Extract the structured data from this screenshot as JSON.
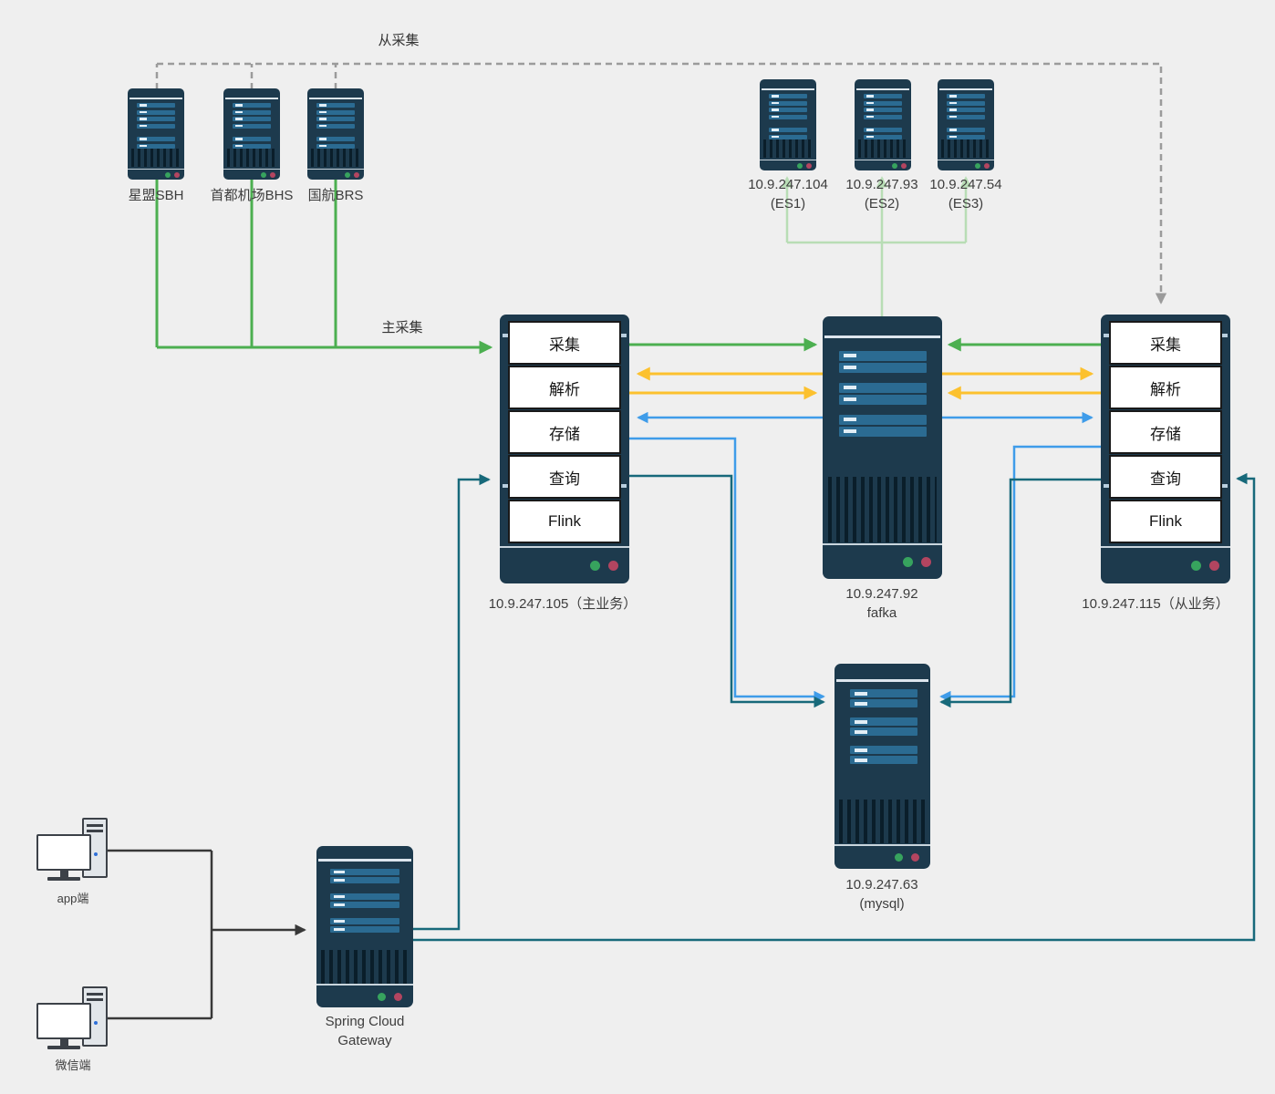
{
  "flow_labels": {
    "secondary_collect": "从采集",
    "primary_collect": "主采集"
  },
  "sources": [
    {
      "label": "星盟SBH"
    },
    {
      "label": "首都机场BHS"
    },
    {
      "label": "国航BRS"
    }
  ],
  "es_cluster": [
    {
      "ip": "10.9.247.104",
      "name": "(ES1)"
    },
    {
      "ip": "10.9.247.93",
      "name": "(ES2)"
    },
    {
      "ip": "10.9.247.54",
      "name": "(ES3)"
    }
  ],
  "primary_server": {
    "services": [
      "采集",
      "解析",
      "存储",
      "查询",
      "Flink"
    ],
    "label": "10.9.247.105（主业务）"
  },
  "standby_server": {
    "services": [
      "采集",
      "解析",
      "存储",
      "查询",
      "Flink"
    ],
    "label": "10.9.247.115（从业务）"
  },
  "kafka_server": {
    "ip": "10.9.247.92",
    "name": "fafka"
  },
  "mysql_server": {
    "ip": "10.9.247.63",
    "name": "(mysql)"
  },
  "gateway_server": {
    "name_line1": "Spring Cloud",
    "name_line2": "Gateway"
  },
  "clients": [
    {
      "label": "app端"
    },
    {
      "label": "微信端"
    }
  ],
  "colors": {
    "primary_collect": "#4caf50",
    "secondary_collect": "#9b9b9b",
    "kafka_flow": "#fcc12e",
    "storage_flow": "#3f9ce9",
    "query_flow": "#17697a",
    "es_link": "#b8ddb5",
    "client_link": "#383838"
  }
}
